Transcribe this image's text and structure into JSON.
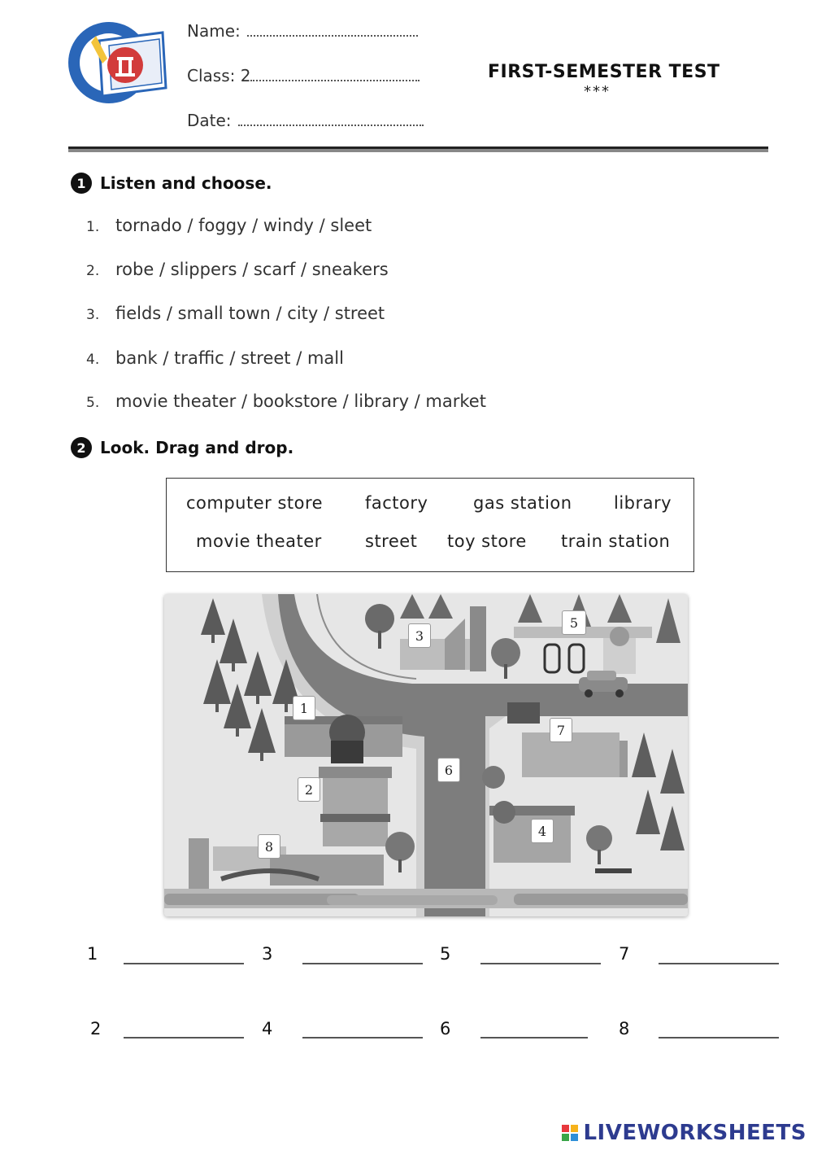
{
  "header": {
    "name_label": "Name:",
    "class_label": "Class: 2",
    "date_label": "Date:",
    "title": "FIRST-SEMESTER TEST",
    "stars": "***"
  },
  "section1": {
    "number": "1",
    "title": "Listen and choose.",
    "items": [
      {
        "n": "1.",
        "text": "tornado / foggy / windy / sleet"
      },
      {
        "n": "2.",
        "text": "robe / slippers / scarf / sneakers"
      },
      {
        "n": "3.",
        "text": "fields / small town / city / street"
      },
      {
        "n": "4.",
        "text": "bank / traffic / street / mall"
      },
      {
        "n": "5.",
        "text": "movie theater / bookstore / library / market"
      }
    ]
  },
  "section2": {
    "number": "2",
    "title": "Look. Drag and drop.",
    "words": [
      "computer store",
      "factory",
      "gas station",
      "library",
      "movie theater",
      "street",
      "toy store",
      "train station"
    ]
  },
  "map_labels": [
    "1",
    "2",
    "3",
    "4",
    "5",
    "6",
    "7",
    "8"
  ],
  "answers": [
    "1",
    "2",
    "3",
    "4",
    "5",
    "6",
    "7",
    "8"
  ],
  "footer": {
    "brand": "LIVEWORKSHEETS",
    "badge_colors": [
      "#e8383d",
      "#f6b21b",
      "#3aa648",
      "#2f8fd8"
    ]
  }
}
